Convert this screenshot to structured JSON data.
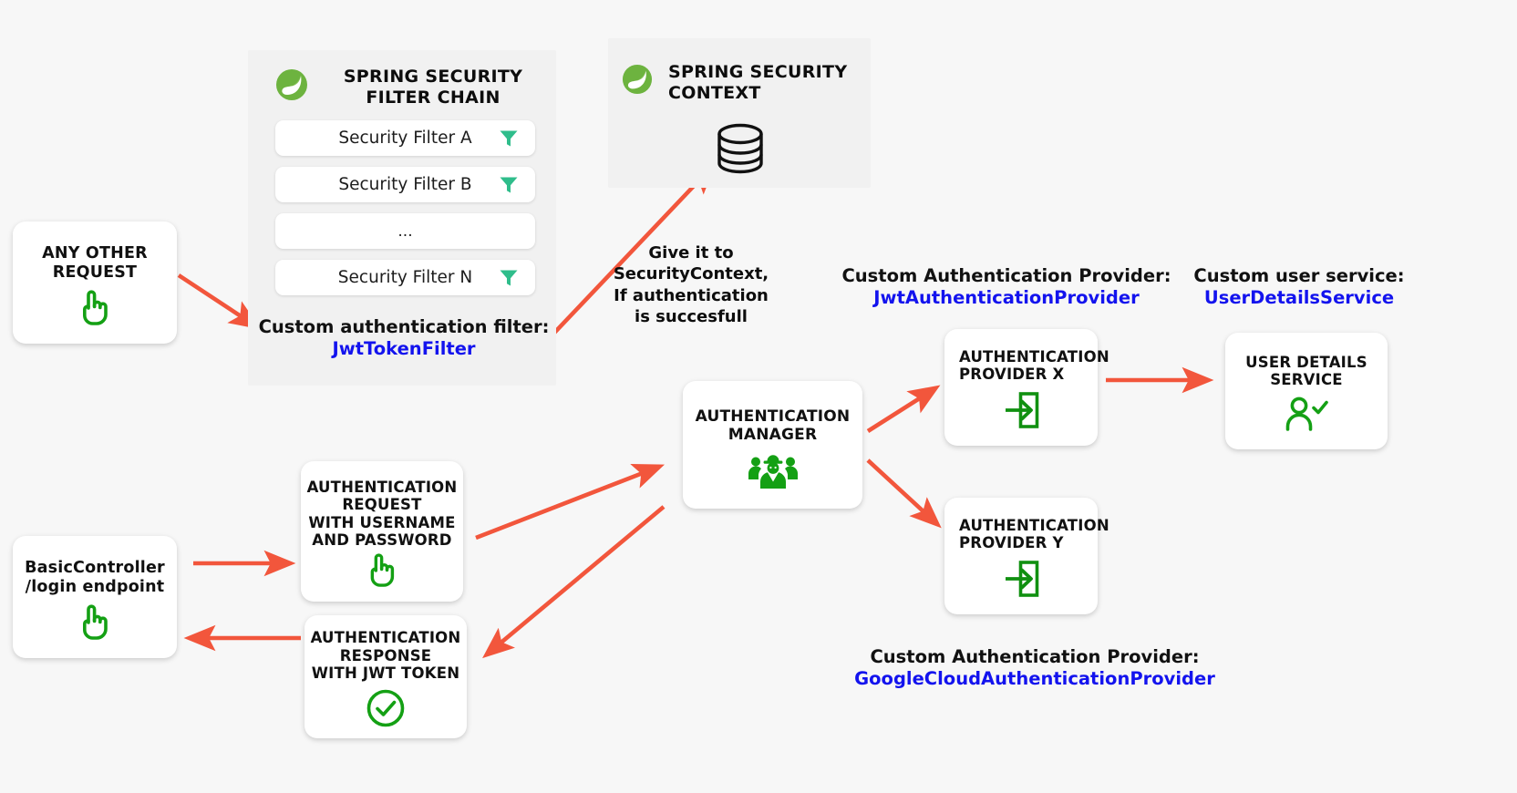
{
  "diagram": {
    "title": "Spring Security JWT authentication flow",
    "colors": {
      "background": "#f7f7f7",
      "panel": "#f1f1f1",
      "arrow": "#f2563c",
      "accent_blue": "#1313ee",
      "icon_green": "#14a014",
      "funnel_teal": "#2fbd8b",
      "spring_green": "#6db33f"
    }
  },
  "filter_chain_panel": {
    "logo_icon": "spring-leaf-icon",
    "title_line1": "SPRING SECURITY",
    "title_line2": "FILTER CHAIN",
    "filters": [
      {
        "label": "Security Filter A",
        "icon": "funnel-icon",
        "has_icon": true
      },
      {
        "label": "Security Filter B",
        "icon": "funnel-icon",
        "has_icon": true
      },
      {
        "label": "...",
        "icon": "",
        "has_icon": false
      },
      {
        "label": "Security Filter N",
        "icon": "funnel-icon",
        "has_icon": true
      }
    ],
    "caption_label": "Custom authentication filter:",
    "caption_class": "JwtTokenFilter"
  },
  "context_panel": {
    "logo_icon": "spring-leaf-icon",
    "title_line1": "SPRING SECURITY",
    "title_line2": "CONTEXT",
    "store_icon": "database-icon"
  },
  "context_note": {
    "line1": "Give it to",
    "line2": "SecurityContext,",
    "line3": "If authentication",
    "line4": "is succesfull"
  },
  "boxes": {
    "any_other_request": {
      "line1": "ANY OTHER",
      "line2": "REQUEST",
      "icon": "pointing-hand-icon"
    },
    "basic_controller": {
      "line1": "BasicController",
      "line2": "/login endpoint",
      "icon": "pointing-hand-icon"
    },
    "auth_request": {
      "line1": "AUTHENTICATION",
      "line2": "REQUEST",
      "line3": "WITH USERNAME",
      "line4": "AND PASSWORD",
      "icon": "pointing-hand-icon"
    },
    "auth_response": {
      "line1": "AUTHENTICATION",
      "line2": "RESPONSE",
      "line3": "WITH JWT TOKEN",
      "icon": "check-circle-icon"
    },
    "auth_manager": {
      "line1": "AUTHENTICATION",
      "line2": "MANAGER",
      "icon": "people-group-icon"
    },
    "provider_x": {
      "line1": "AUTHENTICATION",
      "line2": "PROVIDER X",
      "icon": "login-arrow-icon"
    },
    "provider_y": {
      "line1": "AUTHENTICATION",
      "line2": "PROVIDER Y",
      "icon": "login-arrow-icon"
    },
    "user_details_service": {
      "line1": "USER DETAILS",
      "line2": "SERVICE",
      "icon": "user-check-icon"
    }
  },
  "captions": {
    "provider_x": {
      "label": "Custom Authentication Provider:",
      "class_name": "JwtAuthenticationProvider"
    },
    "provider_y": {
      "label": "Custom Authentication Provider:",
      "class_name": "GoogleCloudAuthenticationProvider"
    },
    "user_service": {
      "label": "Custom user service:",
      "class_name": "UserDetailsService"
    }
  },
  "arrows": [
    {
      "name": "any-other-request-to-filter-chain"
    },
    {
      "name": "filter-to-security-context"
    },
    {
      "name": "basic-controller-to-auth-request"
    },
    {
      "name": "auth-request-to-auth-manager"
    },
    {
      "name": "auth-manager-to-auth-response"
    },
    {
      "name": "auth-response-to-basic-controller"
    },
    {
      "name": "auth-manager-to-provider-x"
    },
    {
      "name": "auth-manager-to-provider-y"
    },
    {
      "name": "provider-x-to-user-details-service"
    }
  ]
}
